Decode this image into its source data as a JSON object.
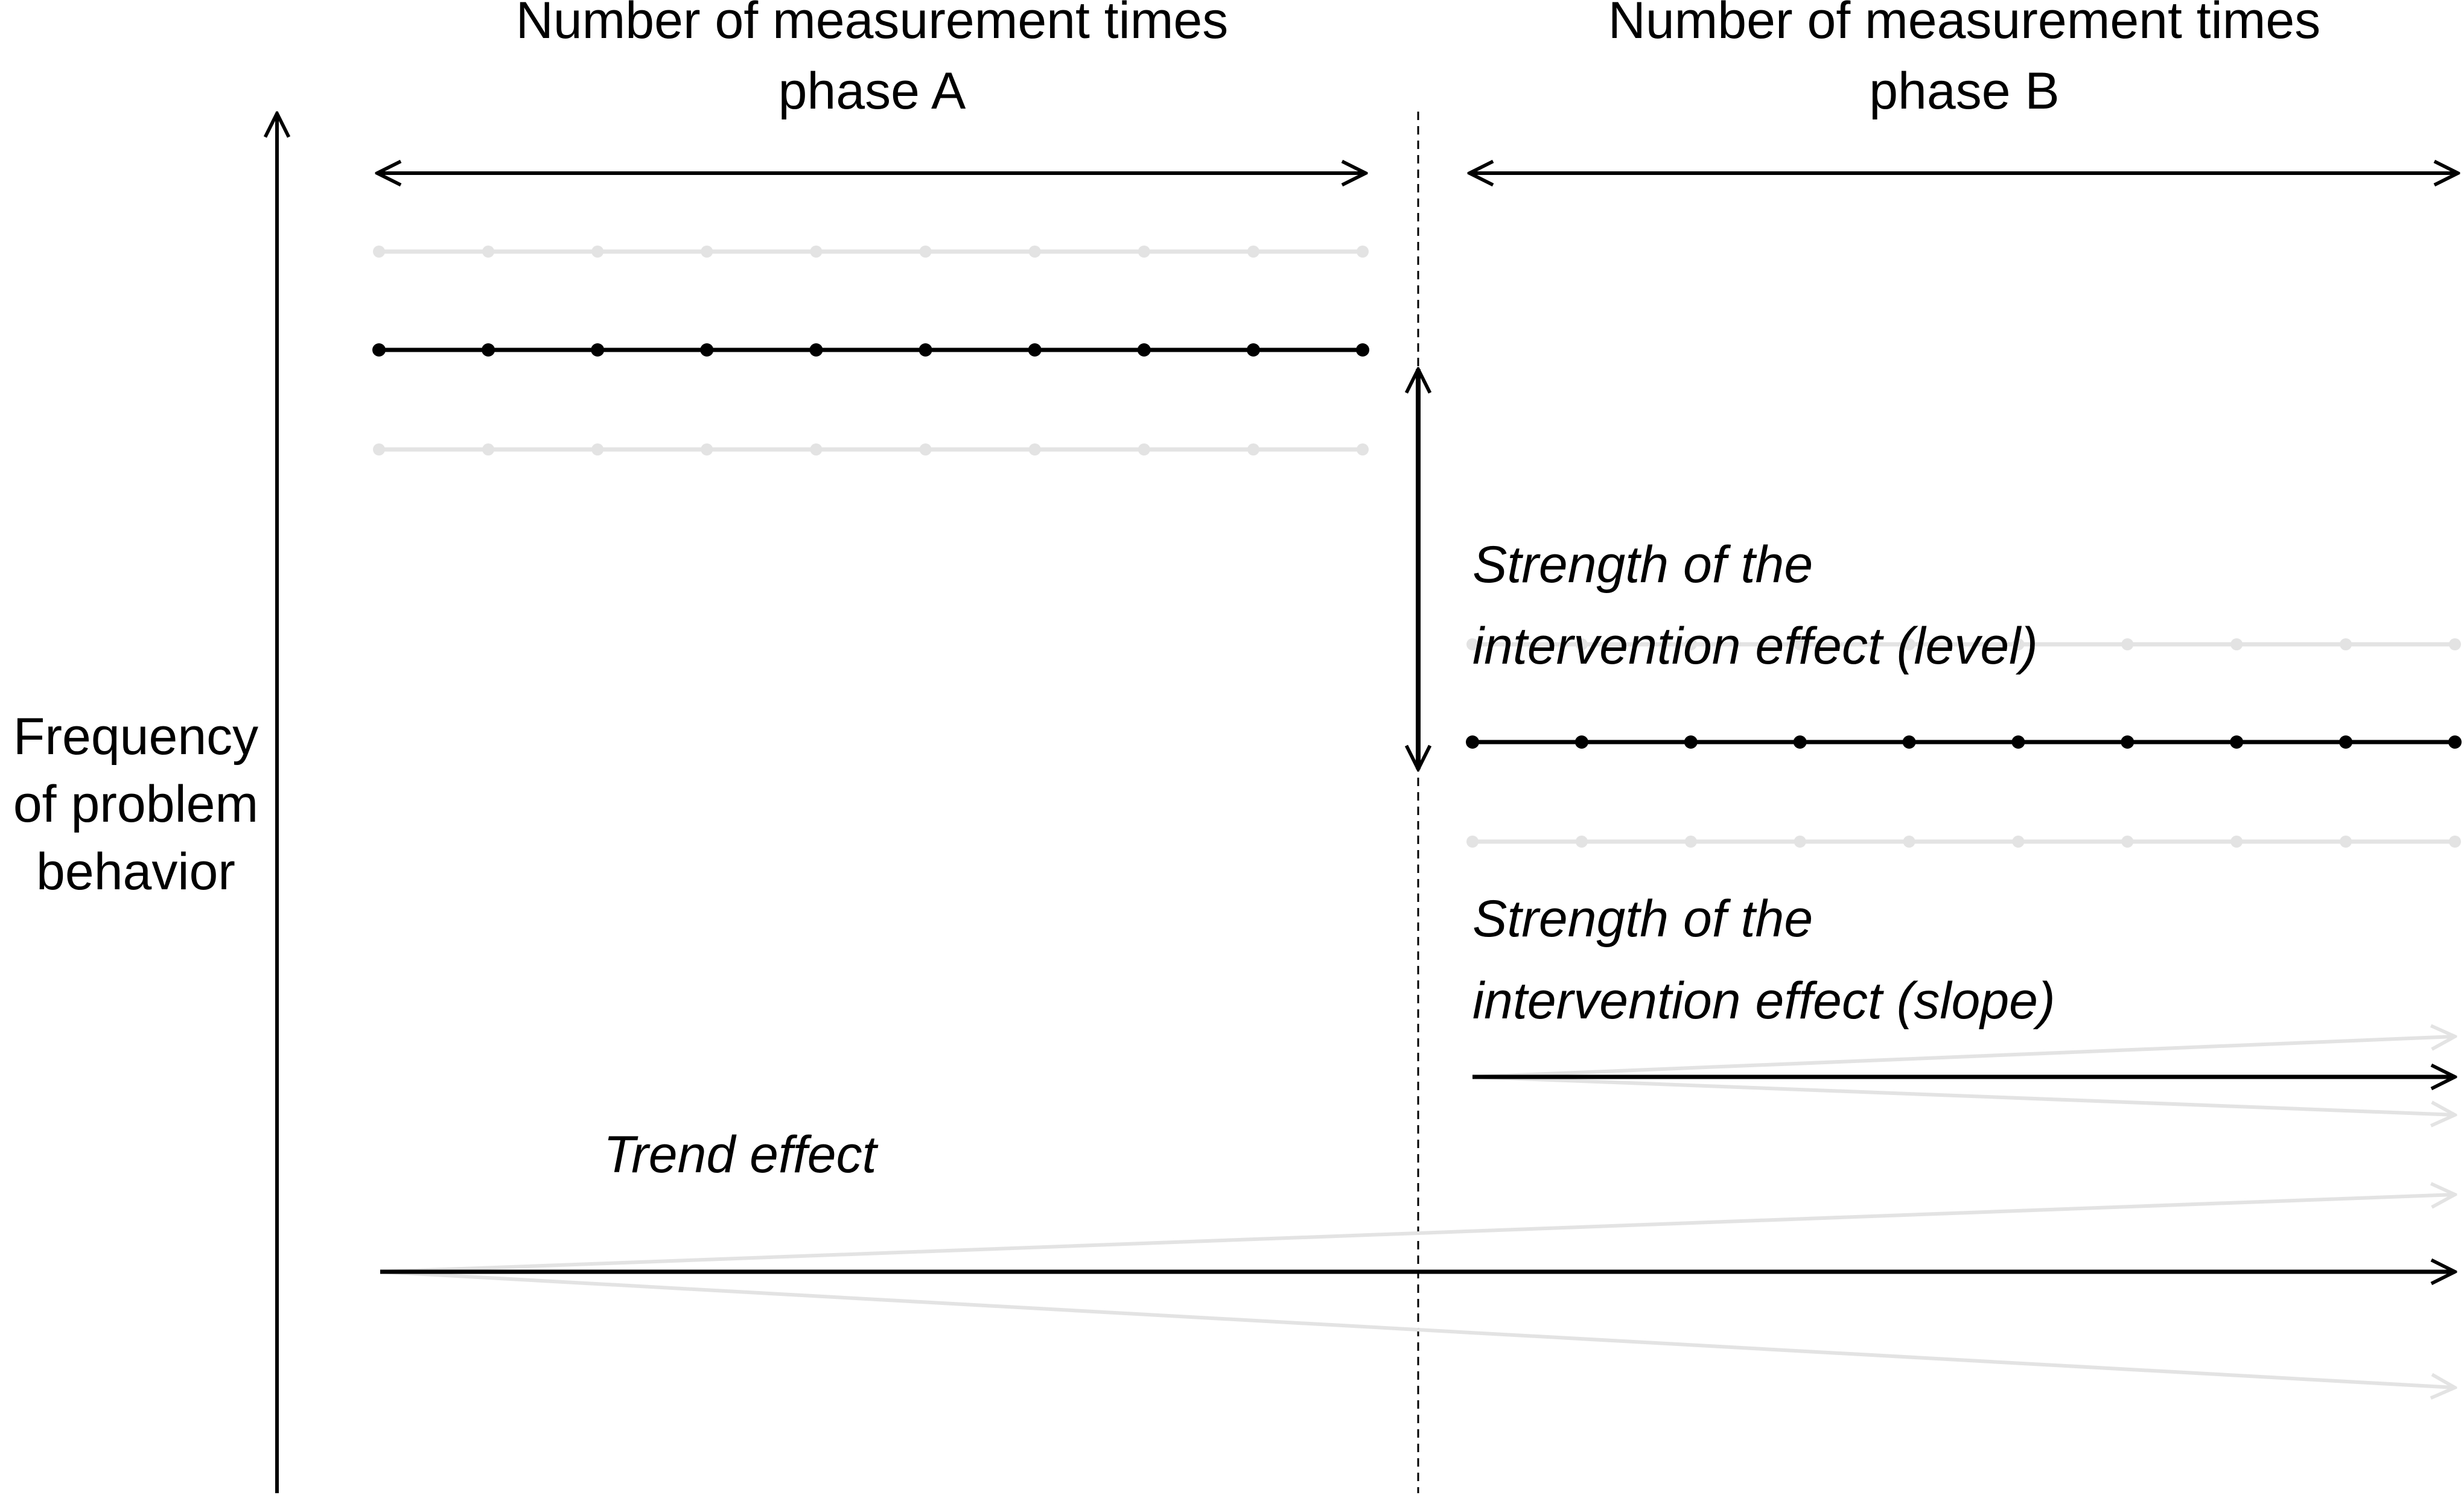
{
  "labels": {
    "phase_a_line1": "Number of measurement times",
    "phase_a_line2": "phase A",
    "phase_b_line1": "Number of measurement times",
    "phase_b_line2": "phase B",
    "y_axis_line1": "Frequency",
    "y_axis_line2": "of problem",
    "y_axis_line3": "behavior",
    "level_line1": "Strength of the",
    "level_line2": "intervention effect (level)",
    "slope_line1": "Strength of the",
    "slope_line2": "intervention effect (slope)",
    "trend": "Trend effect"
  },
  "colors": {
    "main": "#000000",
    "faint": "#e3e3e3"
  },
  "points_per_phase": 10
}
